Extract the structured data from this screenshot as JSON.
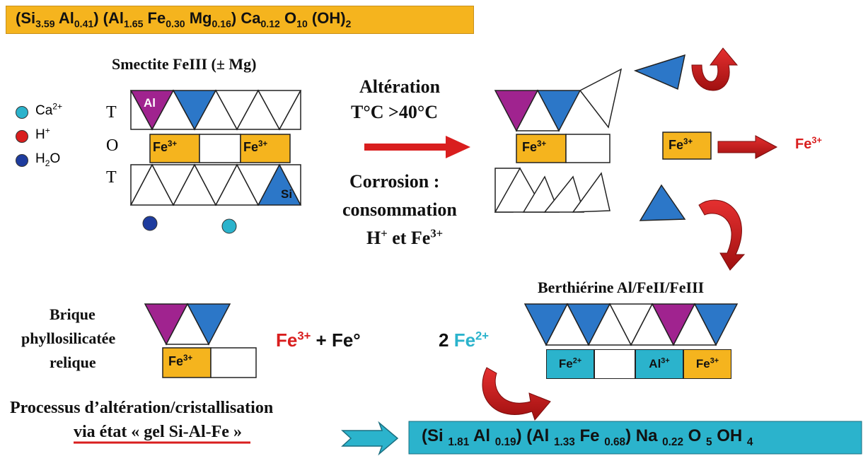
{
  "formula_top": {
    "parts": [
      {
        "t": "(Si"
      },
      {
        "sub": "3.59"
      },
      {
        "t": " Al"
      },
      {
        "sub": "0.41"
      },
      {
        "t": ") (Al"
      },
      {
        "sub": "1.65"
      },
      {
        "t": " Fe"
      },
      {
        "sub": "0.30"
      },
      {
        "t": " Mg"
      },
      {
        "sub": "0.16"
      },
      {
        "t": ") Ca"
      },
      {
        "sub": "0.12"
      },
      {
        "t": " O"
      },
      {
        "sub": "10"
      },
      {
        "t": " (OH)"
      },
      {
        "sub": "2"
      }
    ]
  },
  "smectite": {
    "title": "Smectite FeIII  (± Mg)",
    "layer_labels": [
      "T",
      "O",
      "T"
    ],
    "al_label": "Al",
    "si_label": "Si",
    "fe_label": "Fe",
    "fe_charge": "3+"
  },
  "legend": [
    {
      "label": "Ca",
      "sup": "2+",
      "sub": "",
      "color": "#2BB3CC"
    },
    {
      "label": "H",
      "sup": "+",
      "sub": "",
      "color": "#D91E1E"
    },
    {
      "label": "H",
      "sup": "",
      "sub": "2",
      "tail": "O",
      "color": "#1E3C9E"
    }
  ],
  "alteration": {
    "line1": "Altération",
    "line2": "T°C >40°C",
    "corrosion1": "Corrosion :",
    "corrosion2": "consommation",
    "corrosion3a": "H",
    "corrosion3b": "+",
    "corrosion3c": " et Fe",
    "corrosion3d": "3+"
  },
  "released_fe": {
    "box": "Fe",
    "box_sup": "3+",
    "label": "Fe",
    "label_sup": "3+"
  },
  "berthierine": {
    "title": "Berthiérine Al/FeII/FeIII",
    "cells": [
      {
        "label": "Fe",
        "sup": "2+",
        "color": "cyan"
      },
      {
        "label": "",
        "sup": "",
        "color": "white"
      },
      {
        "label": "Al",
        "sup": "3+",
        "color": "cyan"
      },
      {
        "label": "Fe",
        "sup": "3+",
        "color": "orange"
      }
    ]
  },
  "brique": {
    "line1": "Brique",
    "line2": "phyllosilicatée",
    "line3": "relique",
    "cell_label": "Fe",
    "cell_sup": "3+"
  },
  "reaction": {
    "fe": "Fe",
    "fe_sup": "3+",
    "plus": " + Fe°",
    "two": "2 ",
    "fe2": "Fe",
    "fe2_sup": "2+"
  },
  "processus": {
    "line1": "Processus d’altération/cristallisation",
    "line2": "via état « gel Si-Al-Fe »"
  },
  "formula_bottom": {
    "parts": [
      {
        "t": "(Si "
      },
      {
        "sub": "1.81"
      },
      {
        "t": " Al "
      },
      {
        "sub": "0.19"
      },
      {
        "t": ") (Al "
      },
      {
        "sub": "1.33"
      },
      {
        "t": " Fe "
      },
      {
        "sub": "0.68"
      },
      {
        "t": ") Na "
      },
      {
        "sub": "0.22"
      },
      {
        "t": " O "
      },
      {
        "sub": "5"
      },
      {
        "t": " OH "
      },
      {
        "sub": "4"
      }
    ]
  },
  "colors": {
    "orange": "#F5B41E",
    "cyan": "#2BB3CC",
    "magenta": "#A0238F",
    "blue": "#2C77C8",
    "red": "#D91E1E",
    "navy": "#1E3C9E"
  }
}
